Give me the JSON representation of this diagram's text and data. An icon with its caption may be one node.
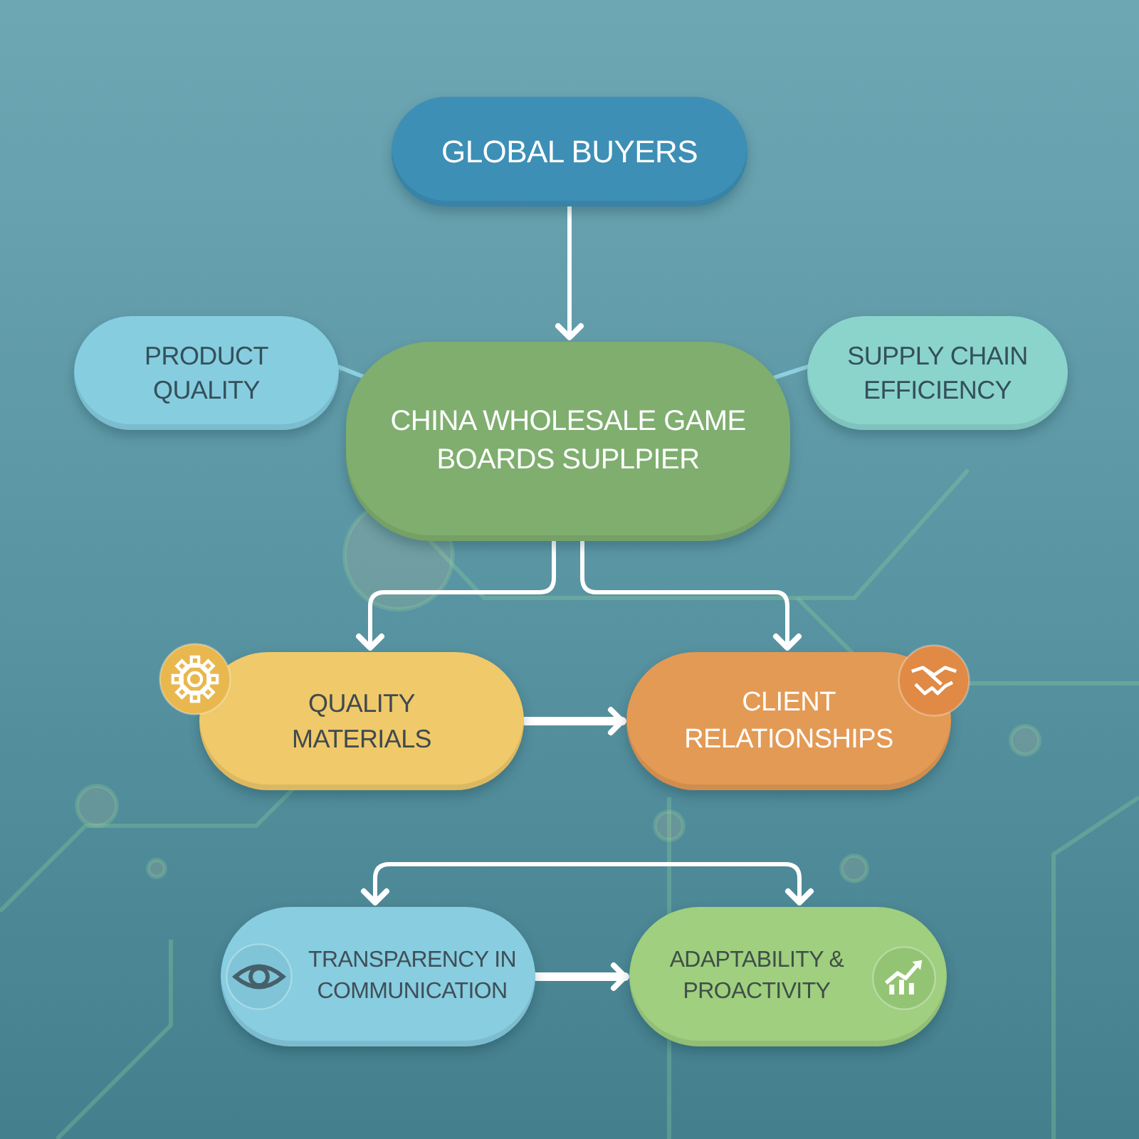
{
  "diagram": {
    "nodes": [
      {
        "text": [
          "GLOBAL BUYERS"
        ]
      },
      {
        "text": [
          "PRODUCT QUALITY"
        ]
      },
      {
        "text": [
          "CHINA WHOLESALE GAME BOARDS SUPLPIER"
        ]
      },
      {
        "text": [
          "SUPPLY CHAIN EFFICIENCY"
        ]
      },
      {
        "text": [
          "QUALITY MATERIALS"
        ]
      },
      {
        "text": [
          "CLIENT RELATIONSHIPS"
        ]
      },
      {
        "text": [
          "TRANSPARENCY IN COMMUNICATION"
        ]
      },
      {
        "text": [
          "ADAPTABILITY & PROACTIVITY"
        ]
      }
    ],
    "edges": [
      {
        "from": 0,
        "to": 2,
        "arrow": "to"
      },
      {
        "from": 1,
        "to": 2,
        "arrow": "none",
        "color": "#8fd0e0"
      },
      {
        "from": 2,
        "to": 3,
        "arrow": "none",
        "color": "#8fd0e0"
      },
      {
        "from": 2,
        "to": 4,
        "arrow": "to"
      },
      {
        "from": 2,
        "to": 5,
        "arrow": "to"
      },
      {
        "from": 4,
        "to": 5,
        "arrow": "to",
        "style": "thick"
      },
      {
        "from": 6,
        "to": 7,
        "arrow": "to",
        "style": "thick"
      },
      {
        "from": 6,
        "to": 7,
        "arrow": "both"
      }
    ]
  }
}
